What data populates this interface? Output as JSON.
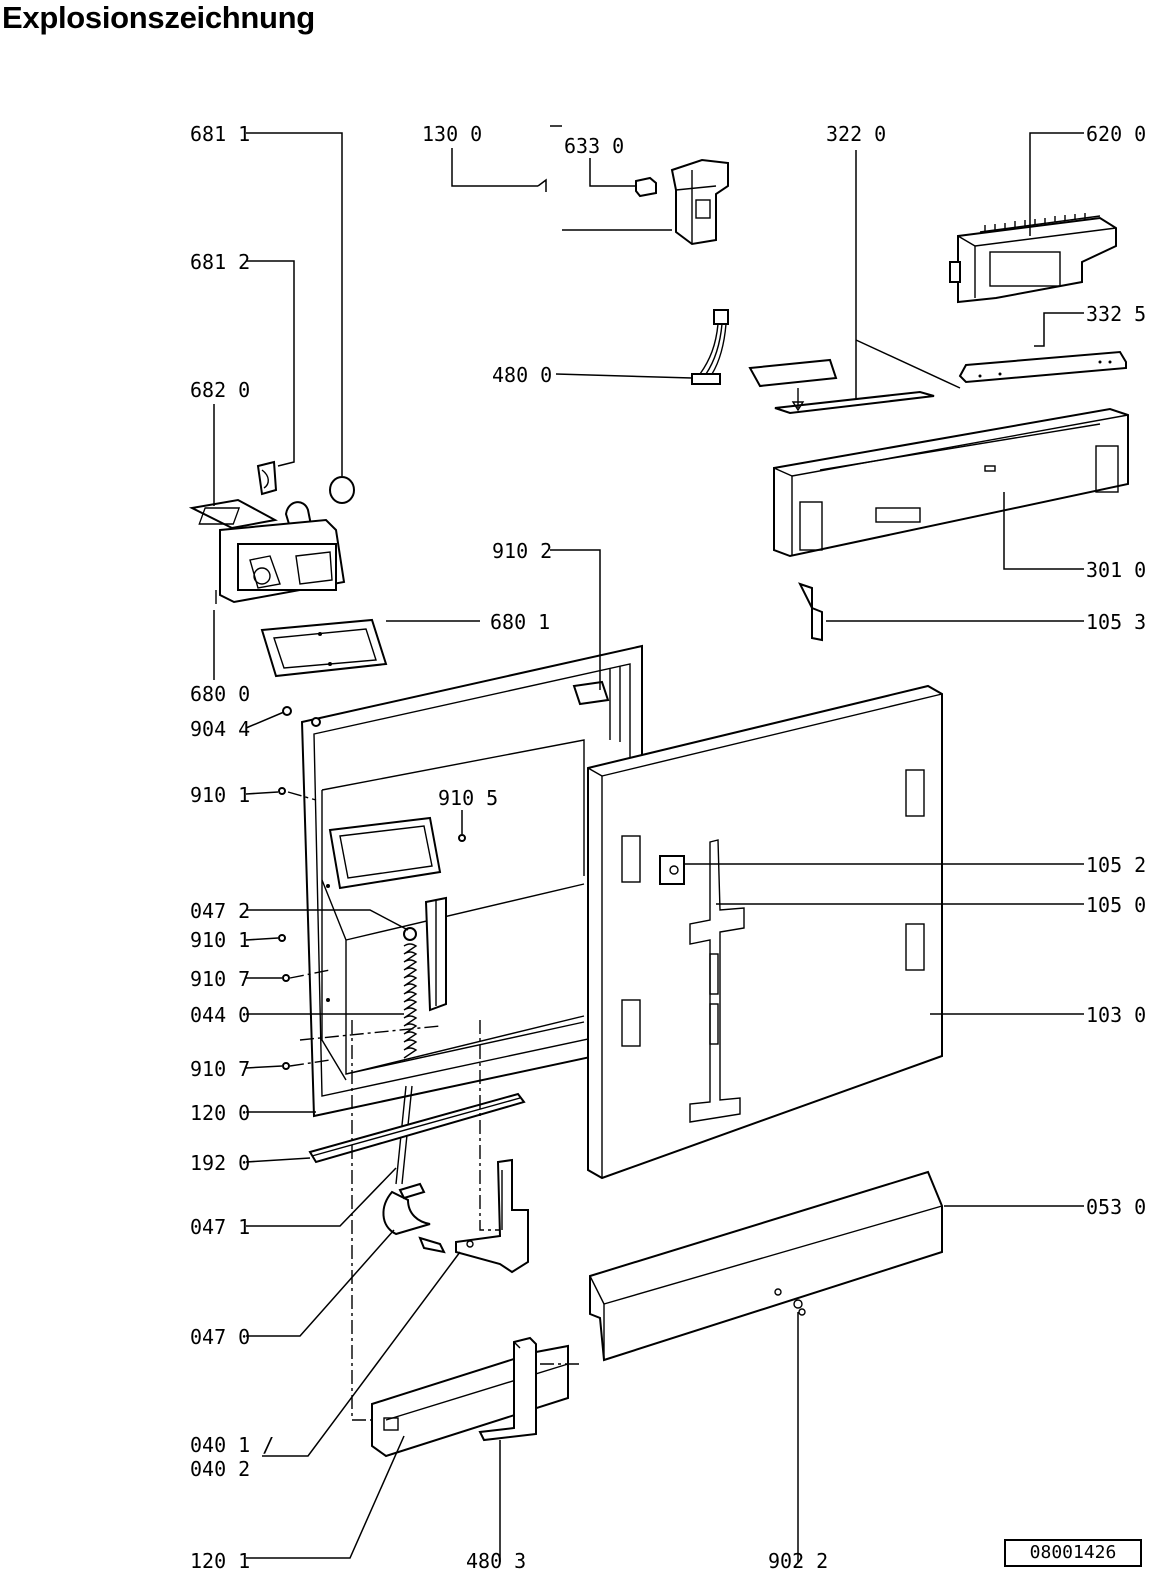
{
  "title": "Explosionszeichnung",
  "reference_number": "08001426",
  "callouts": {
    "c6811": "681 1",
    "c1300": "130 0",
    "c6330": "633 0",
    "c3220": "322 0",
    "c6200": "620 0",
    "c6812": "681 2",
    "c3325": "332 5",
    "c4800": "480 0",
    "c6820": "682 0",
    "c3010": "301 0",
    "c9102": "910 2",
    "c1053": "105 3",
    "c6801": "680 1",
    "c6800": "680 0",
    "c9044": "904 4",
    "c9101a": "910 1",
    "c9105": "910 5",
    "c1052": "105 2",
    "c1050": "105 0",
    "c0472": "047 2",
    "c9101b": "910 1",
    "c9107a": "910 7",
    "c0440": "044 0",
    "c1030": "103 0",
    "c9107b": "910 7",
    "c1200": "120 0",
    "c1920": "192 0",
    "c0530": "053 0",
    "c0471": "047 1",
    "c0470": "047 0",
    "c0401": "040 1 /",
    "c0402": "040 2",
    "c1201": "120 1",
    "c4803": "480 3",
    "c9022": "902 2"
  }
}
